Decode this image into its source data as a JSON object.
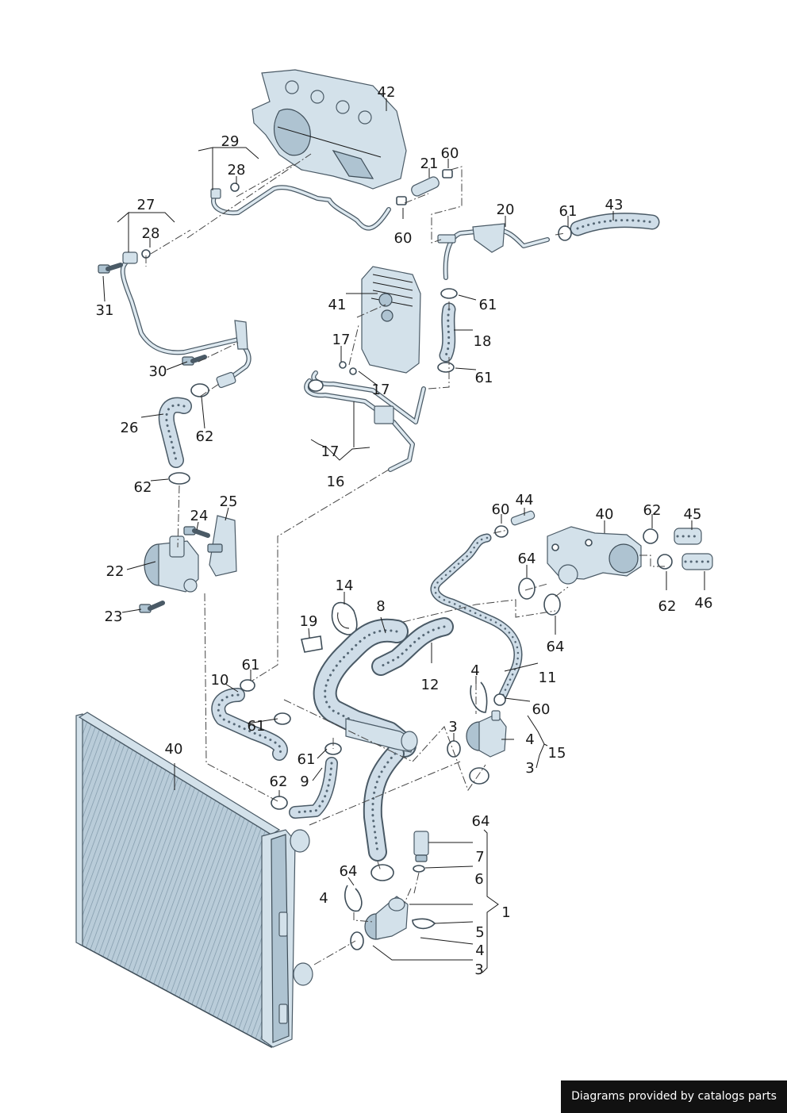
{
  "callouts": [
    {
      "id": "c42",
      "label": "42"
    },
    {
      "id": "c29",
      "label": "29"
    },
    {
      "id": "c28a",
      "label": "28"
    },
    {
      "id": "c21",
      "label": "21"
    },
    {
      "id": "c60a",
      "label": "60"
    },
    {
      "id": "c27",
      "label": "27"
    },
    {
      "id": "c28b",
      "label": "28"
    },
    {
      "id": "c60b",
      "label": "60"
    },
    {
      "id": "c20",
      "label": "20"
    },
    {
      "id": "c61a",
      "label": "61"
    },
    {
      "id": "c43",
      "label": "43"
    },
    {
      "id": "c31",
      "label": "31"
    },
    {
      "id": "c41",
      "label": "41"
    },
    {
      "id": "c61b",
      "label": "61"
    },
    {
      "id": "c17a",
      "label": "17"
    },
    {
      "id": "c18",
      "label": "18"
    },
    {
      "id": "c30",
      "label": "30"
    },
    {
      "id": "c17b",
      "label": "17"
    },
    {
      "id": "c61c",
      "label": "61"
    },
    {
      "id": "c26",
      "label": "26"
    },
    {
      "id": "c62a",
      "label": "62"
    },
    {
      "id": "c17c",
      "label": "17"
    },
    {
      "id": "c62b",
      "label": "62"
    },
    {
      "id": "c16",
      "label": "16"
    },
    {
      "id": "c25",
      "label": "25"
    },
    {
      "id": "c60c",
      "label": "60"
    },
    {
      "id": "c44",
      "label": "44"
    },
    {
      "id": "c40a",
      "label": "40"
    },
    {
      "id": "c62c",
      "label": "62"
    },
    {
      "id": "c45",
      "label": "45"
    },
    {
      "id": "c24",
      "label": "24"
    },
    {
      "id": "c22",
      "label": "22"
    },
    {
      "id": "c64a",
      "label": "64"
    },
    {
      "id": "c62d",
      "label": "62"
    },
    {
      "id": "c46",
      "label": "46"
    },
    {
      "id": "c14",
      "label": "14"
    },
    {
      "id": "c23",
      "label": "23"
    },
    {
      "id": "c8",
      "label": "8"
    },
    {
      "id": "c19",
      "label": "19"
    },
    {
      "id": "c64b",
      "label": "64"
    },
    {
      "id": "c61d",
      "label": "61"
    },
    {
      "id": "c11",
      "label": "11"
    },
    {
      "id": "c12",
      "label": "12"
    },
    {
      "id": "c10",
      "label": "10"
    },
    {
      "id": "c4a",
      "label": "4"
    },
    {
      "id": "c60d",
      "label": "60"
    },
    {
      "id": "c61e",
      "label": "61"
    },
    {
      "id": "c3a",
      "label": "3"
    },
    {
      "id": "c4b",
      "label": "4"
    },
    {
      "id": "c15",
      "label": "15"
    },
    {
      "id": "c40b",
      "label": "40"
    },
    {
      "id": "c61f",
      "label": "61"
    },
    {
      "id": "c3b",
      "label": "3"
    },
    {
      "id": "c9",
      "label": "9"
    },
    {
      "id": "c62e",
      "label": "62"
    },
    {
      "id": "c64c",
      "label": "64"
    },
    {
      "id": "c7",
      "label": "7"
    },
    {
      "id": "c64d",
      "label": "64"
    },
    {
      "id": "c6",
      "label": "6"
    },
    {
      "id": "c4c",
      "label": "4"
    },
    {
      "id": "c1",
      "label": "1"
    },
    {
      "id": "c5",
      "label": "5"
    },
    {
      "id": "c4d",
      "label": "4"
    },
    {
      "id": "c3c",
      "label": "3"
    }
  ],
  "watermark": "Diagrams provided by catalogs parts"
}
